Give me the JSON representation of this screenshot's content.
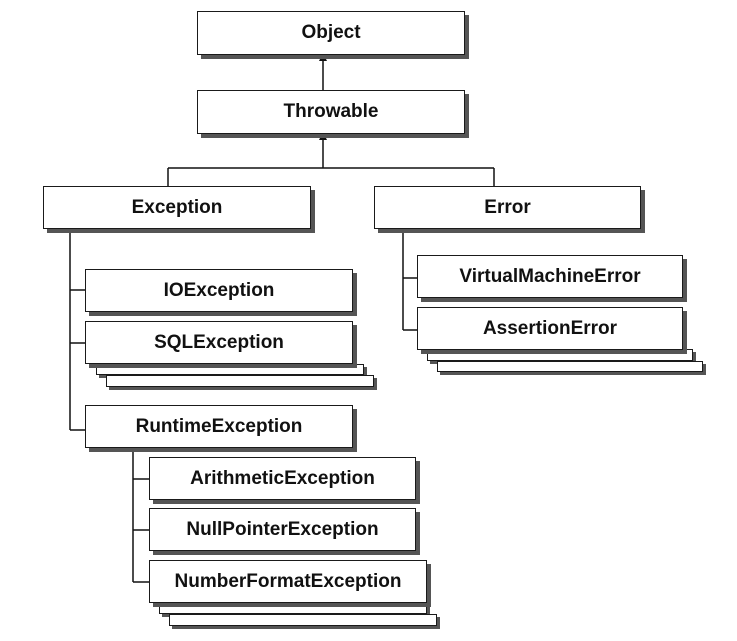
{
  "nodes": {
    "object": "Object",
    "throwable": "Throwable",
    "exception": "Exception",
    "error": "Error",
    "ioexception": "IOException",
    "sqlexception": "SQLException",
    "runtimeexception": "RuntimeException",
    "arithmeticexception": "ArithmeticException",
    "nullpointerexception": "NullPointerException",
    "numberformatexception": "NumberFormatException",
    "virtualmachineerror": "VirtualMachineError",
    "assertionerror": "AssertionError"
  }
}
